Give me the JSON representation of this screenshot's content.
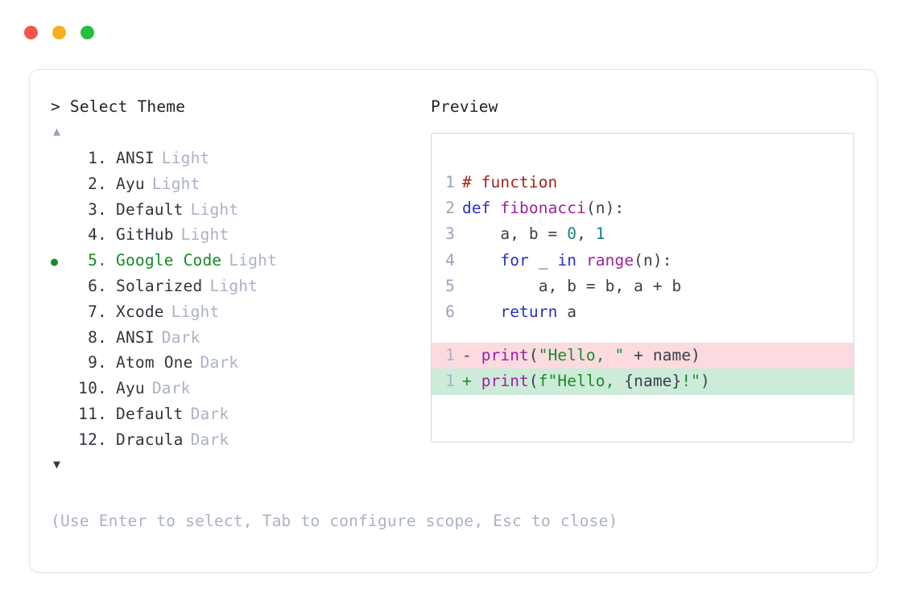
{
  "window": {
    "traffic_lights": [
      {
        "name": "close",
        "color": "#f4554e"
      },
      {
        "name": "minimize",
        "color": "#f5b11f"
      },
      {
        "name": "maximize",
        "color": "#22c03e"
      }
    ]
  },
  "selector": {
    "prompt_marker": ">",
    "prompt_label": "Select Theme",
    "scroll_up_icon": "▲",
    "scroll_down_icon": "▼",
    "selected_index": 5,
    "selected_bullet": "●",
    "items": [
      {
        "number": "1.",
        "name": "ANSI",
        "variant": "Light",
        "selected": false
      },
      {
        "number": "2.",
        "name": "Ayu",
        "variant": "Light",
        "selected": false
      },
      {
        "number": "3.",
        "name": "Default",
        "variant": "Light",
        "selected": false
      },
      {
        "number": "4.",
        "name": "GitHub",
        "variant": "Light",
        "selected": false
      },
      {
        "number": "5.",
        "name": "Google Code",
        "variant": "Light",
        "selected": true
      },
      {
        "number": "6.",
        "name": "Solarized",
        "variant": "Light",
        "selected": false
      },
      {
        "number": "7.",
        "name": "Xcode",
        "variant": "Light",
        "selected": false
      },
      {
        "number": "8.",
        "name": "ANSI",
        "variant": "Dark",
        "selected": false
      },
      {
        "number": "9.",
        "name": "Atom One",
        "variant": "Dark",
        "selected": false
      },
      {
        "number": "10.",
        "name": "Ayu",
        "variant": "Dark",
        "selected": false
      },
      {
        "number": "11.",
        "name": "Default",
        "variant": "Dark",
        "selected": false
      },
      {
        "number": "12.",
        "name": "Dracula",
        "variant": "Dark",
        "selected": false
      }
    ]
  },
  "preview": {
    "label": "Preview",
    "code_lines": [
      {
        "ln": "1",
        "tokens": [
          {
            "t": "# function",
            "c": "tok-comment"
          }
        ]
      },
      {
        "ln": "2",
        "tokens": [
          {
            "t": "def ",
            "c": "tok-kw"
          },
          {
            "t": "fibonacci",
            "c": "tok-fn"
          },
          {
            "t": "(n):",
            "c": "tok-punc"
          }
        ]
      },
      {
        "ln": "3",
        "tokens": [
          {
            "t": "    a, b = ",
            "c": "tok-plain"
          },
          {
            "t": "0",
            "c": "tok-num"
          },
          {
            "t": ", ",
            "c": "tok-plain"
          },
          {
            "t": "1",
            "c": "tok-num"
          }
        ]
      },
      {
        "ln": "4",
        "tokens": [
          {
            "t": "    ",
            "c": "tok-plain"
          },
          {
            "t": "for",
            "c": "tok-kw"
          },
          {
            "t": " _ ",
            "c": "tok-plain"
          },
          {
            "t": "in",
            "c": "tok-kw"
          },
          {
            "t": " ",
            "c": "tok-plain"
          },
          {
            "t": "range",
            "c": "tok-fn"
          },
          {
            "t": "(n):",
            "c": "tok-punc"
          }
        ]
      },
      {
        "ln": "5",
        "tokens": [
          {
            "t": "        a, b = b, a + b",
            "c": "tok-plain"
          }
        ]
      },
      {
        "ln": "6",
        "tokens": [
          {
            "t": "    ",
            "c": "tok-plain"
          },
          {
            "t": "return",
            "c": "tok-kw"
          },
          {
            "t": " a",
            "c": "tok-plain"
          }
        ]
      }
    ],
    "diff_lines": [
      {
        "ln": "1",
        "kind": "del",
        "tokens": [
          {
            "t": "- ",
            "c": "tok-minus"
          },
          {
            "t": "print",
            "c": "tok-fn"
          },
          {
            "t": "(",
            "c": "tok-punc"
          },
          {
            "t": "\"Hello, \"",
            "c": "tok-str"
          },
          {
            "t": " + name)",
            "c": "tok-plain"
          }
        ]
      },
      {
        "ln": "1",
        "kind": "add",
        "tokens": [
          {
            "t": "+ ",
            "c": "tok-plus"
          },
          {
            "t": "print",
            "c": "tok-fn"
          },
          {
            "t": "(",
            "c": "tok-punc"
          },
          {
            "t": "f\"Hello, ",
            "c": "tok-str"
          },
          {
            "t": "{name}",
            "c": "tok-plain"
          },
          {
            "t": "!\"",
            "c": "tok-str"
          },
          {
            "t": ")",
            "c": "tok-punc"
          }
        ]
      }
    ]
  },
  "footer": {
    "hint": "(Use Enter to select, Tab to configure scope, Esc to close)"
  }
}
